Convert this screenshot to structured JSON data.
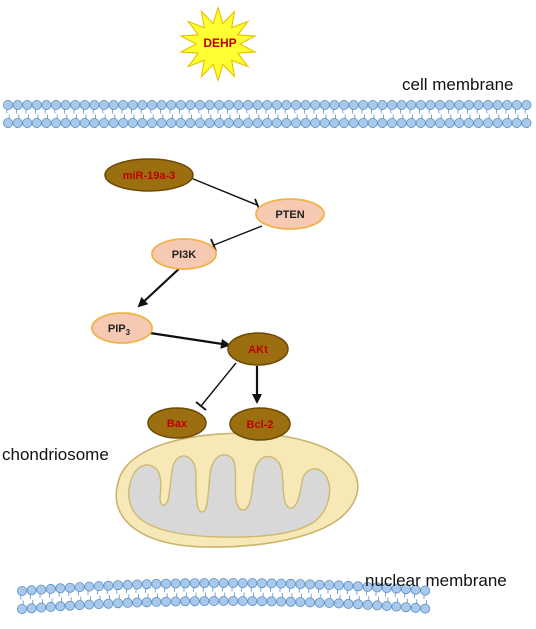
{
  "diagram": {
    "trigger": {
      "label": "DEHP"
    },
    "cell_membrane_label": "cell membrane",
    "nuclear_membrane_label": "nuclear membrane",
    "organelle_label": "chondriosome",
    "nodes": {
      "mir": {
        "label": "miR-19a-3"
      },
      "pten": {
        "label": "PTEN"
      },
      "pi3k": {
        "label": "PI3K"
      },
      "pip3": {
        "label": "PIP",
        "subscript": "3"
      },
      "akt": {
        "label": "AKt"
      },
      "bax": {
        "label": "Bax"
      },
      "bcl2": {
        "label": "Bcl-2"
      }
    },
    "edges": [
      {
        "from": "mir",
        "to": "pten",
        "type": "inhibition"
      },
      {
        "from": "pten",
        "to": "pi3k",
        "type": "inhibition"
      },
      {
        "from": "pi3k",
        "to": "pip3",
        "type": "activation"
      },
      {
        "from": "pip3",
        "to": "akt",
        "type": "activation"
      },
      {
        "from": "akt",
        "to": "bax",
        "type": "inhibition"
      },
      {
        "from": "akt",
        "to": "bcl2",
        "type": "activation"
      }
    ],
    "colors": {
      "membrane_head": "#a9c9ec",
      "membrane_head_stroke": "#5b8fc4",
      "dark_node_fill": "#9b6f10",
      "dark_node_stroke": "#6b4a06",
      "light_node_fill": "#f6c9b3",
      "light_node_stroke": "#f0b24a",
      "node_text_red": "#c00000",
      "node_text_dark": "#222222",
      "starburst_fill": "#ffff33",
      "starburst_stroke": "#e8c400",
      "mito_outer": "#f7e8b8",
      "mito_inner": "#d8d8d8"
    }
  }
}
